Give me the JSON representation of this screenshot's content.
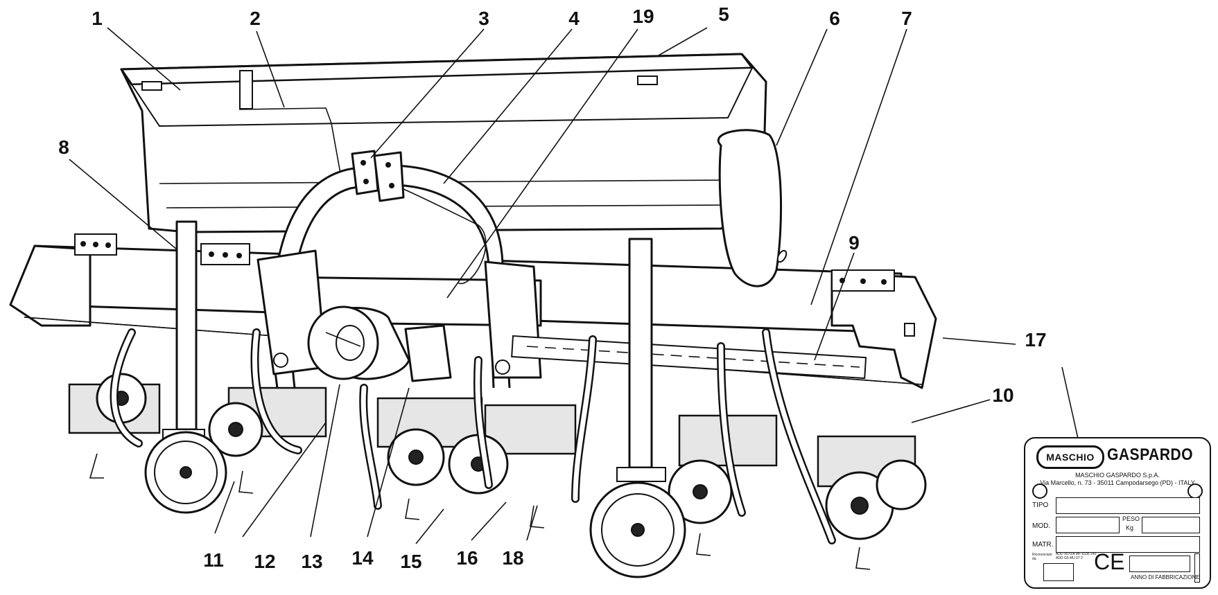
{
  "callouts": {
    "c1": "1",
    "c2": "2",
    "c3": "3",
    "c4": "4",
    "c5": "5",
    "c6": "6",
    "c7": "7",
    "c8": "8",
    "c9": "9",
    "c10": "10",
    "c11": "11",
    "c12": "12",
    "c13": "13",
    "c14": "14",
    "c15": "15",
    "c16": "16",
    "c17": "17",
    "c18": "18",
    "c19": "19"
  },
  "nameplate": {
    "brand_left": "MASCHIO",
    "brand_right": "GASPARDO",
    "company": "MASCHIO GASPARDO S.p.A.",
    "address": "Via Marcello, n. 73 - 35011 Campodarsego (PD) - ITALY",
    "tipo_label": "TIPO",
    "mod_label": "MOD.",
    "peso_label": "PESO",
    "kg_label": "Kg",
    "matr_label": "MATR.",
    "tiny_left": "Riconosciuto da",
    "tiny_right_1": "ADD 9070/A MF 6336 140",
    "tiny_right_2": "ADD G5 MU 07 2",
    "ce_mark": "CE",
    "year_label": "ANNO DI FABBRICAZIONE"
  }
}
